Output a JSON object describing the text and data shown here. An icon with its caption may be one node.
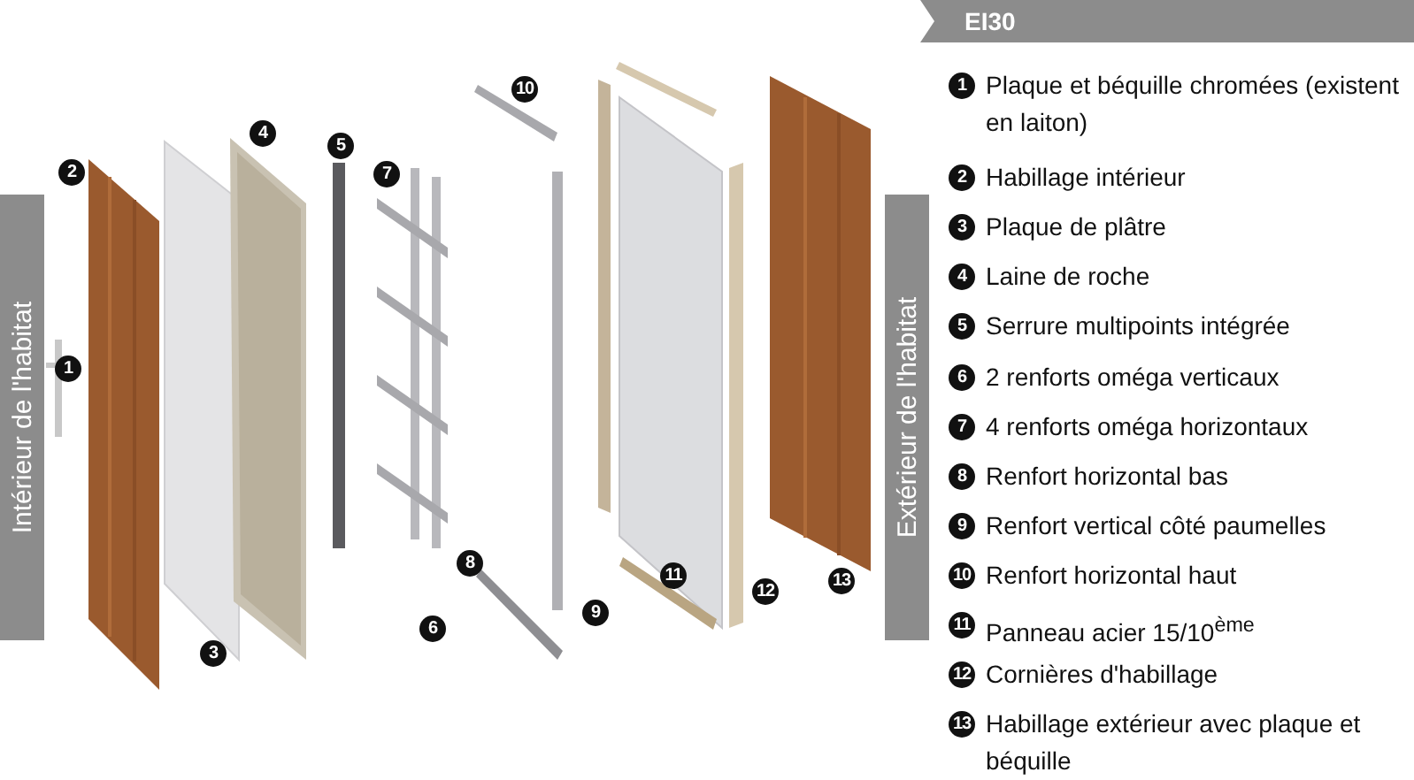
{
  "diagram": {
    "title": "EI30",
    "labels": [
      "1",
      "2",
      "3",
      "4",
      "5",
      "6",
      "7",
      "8",
      "9",
      "10",
      "11",
      "12",
      "13",
      "Intérieur de l'habitat",
      "Extérieur de l'habitat",
      "1",
      "Plaque et béquille chromées (existent en laiton)",
      "2",
      "Habillage intérieur",
      "3",
      "Plaque de plâtre",
      "4",
      "Laine de roche",
      "5",
      "Serrure multipoints intégrée",
      "6",
      "2 renforts oméga verticaux",
      "7",
      "4 renforts oméga horizontaux",
      "8",
      "Renfort horizontal bas",
      "9",
      "Renfort vertical côté paumelles",
      "10",
      "Renfort horizontal haut",
      "11",
      "Panneau acier 15/10$^{ème}$",
      "12",
      "Cornières d'habillage",
      "13",
      "Habillage extérieur avec plaque et béquille"
    ]
  }
}
